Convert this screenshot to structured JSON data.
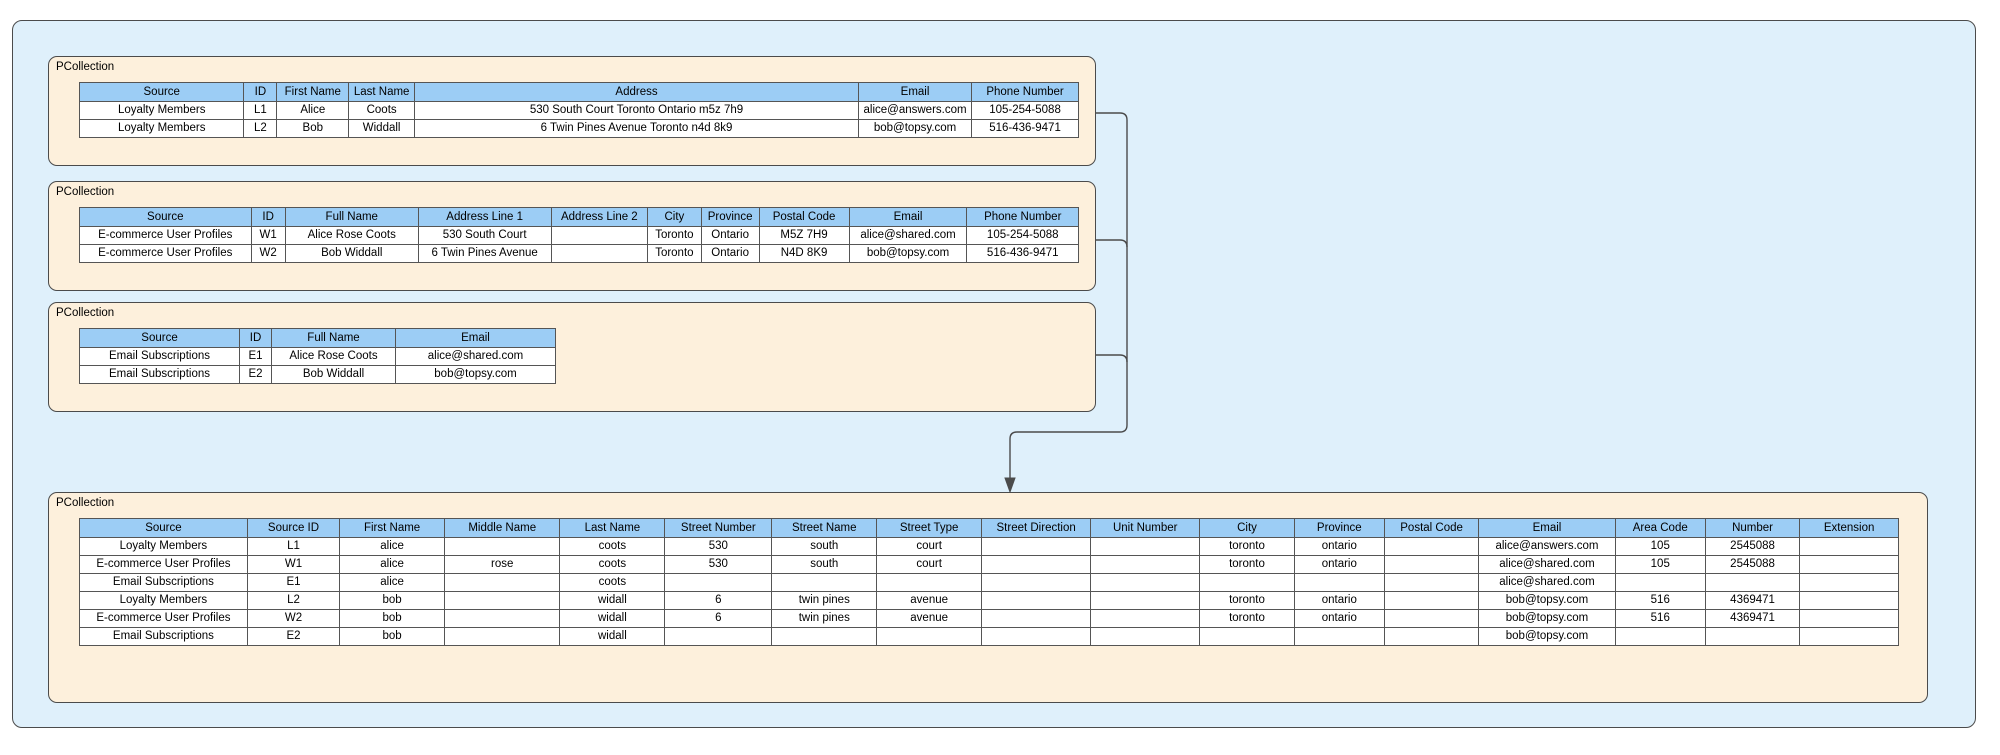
{
  "diagram": {
    "box_label": "PCollection",
    "colors": {
      "outer_background": "#dff0fb",
      "box_background": "#fdf0dc",
      "header_background": "#9ccdf5",
      "border": "#4b4b4b",
      "cell_background": "#ffffff"
    }
  },
  "collections": [
    {
      "label": "PCollection",
      "name": "loyalty-members",
      "columns": [
        "Source",
        "ID",
        "First Name",
        "Last Name",
        "Address",
        "Email",
        "Phone Number"
      ],
      "rows": [
        [
          "Loyalty Members",
          "L1",
          "Alice",
          "Coots",
          "530 South Court Toronto Ontario m5z 7h9",
          "alice@answers.com",
          "105-254-5088"
        ],
        [
          "Loyalty Members",
          "L2",
          "Bob",
          "Widdall",
          "6 Twin Pines Avenue Toronto n4d 8k9",
          "bob@topsy.com",
          "516-436-9471"
        ]
      ]
    },
    {
      "label": "PCollection",
      "name": "ecommerce-user-profiles",
      "columns": [
        "Source",
        "ID",
        "Full Name",
        "Address Line 1",
        "Address Line 2",
        "City",
        "Province",
        "Postal Code",
        "Email",
        "Phone Number"
      ],
      "rows": [
        [
          "E-commerce User Profiles",
          "W1",
          "Alice Rose Coots",
          "530 South Court",
          "",
          "Toronto",
          "Ontario",
          "M5Z 7H9",
          "alice@shared.com",
          "105-254-5088"
        ],
        [
          "E-commerce User Profiles",
          "W2",
          "Bob Widdall",
          "6 Twin Pines Avenue",
          "",
          "Toronto",
          "Ontario",
          "N4D 8K9",
          "bob@topsy.com",
          "516-436-9471"
        ]
      ]
    },
    {
      "label": "PCollection",
      "name": "email-subscriptions",
      "columns": [
        "Source",
        "ID",
        "Full Name",
        "Email"
      ],
      "rows": [
        [
          "Email Subscriptions",
          "E1",
          "Alice Rose Coots",
          "alice@shared.com"
        ],
        [
          "Email Subscriptions",
          "E2",
          "Bob Widdall",
          "bob@topsy.com"
        ]
      ]
    }
  ],
  "output_collection": {
    "label": "PCollection",
    "name": "unified-output",
    "columns": [
      "Source",
      "Source ID",
      "First Name",
      "Middle Name",
      "Last Name",
      "Street Number",
      "Street Name",
      "Street Type",
      "Street Direction",
      "Unit Number",
      "City",
      "Province",
      "Postal Code",
      "Email",
      "Area Code",
      "Number",
      "Extension"
    ],
    "rows": [
      [
        "Loyalty Members",
        "L1",
        "alice",
        "",
        "coots",
        "530",
        "south",
        "court",
        "",
        "",
        "toronto",
        "ontario",
        "",
        "alice@answers.com",
        "105",
        "2545088",
        ""
      ],
      [
        "E-commerce User Profiles",
        "W1",
        "alice",
        "rose",
        "coots",
        "530",
        "south",
        "court",
        "",
        "",
        "toronto",
        "ontario",
        "",
        "alice@shared.com",
        "105",
        "2545088",
        ""
      ],
      [
        "Email Subscriptions",
        "E1",
        "alice",
        "",
        "coots",
        "",
        "",
        "",
        "",
        "",
        "",
        "",
        "",
        "alice@shared.com",
        "",
        "",
        ""
      ],
      [
        "Loyalty Members",
        "L2",
        "bob",
        "",
        "widall",
        "6",
        "twin pines",
        "avenue",
        "",
        "",
        "toronto",
        "ontario",
        "",
        "bob@topsy.com",
        "516",
        "4369471",
        ""
      ],
      [
        "E-commerce User Profiles",
        "W2",
        "bob",
        "",
        "widall",
        "6",
        "twin pines",
        "avenue",
        "",
        "",
        "toronto",
        "ontario",
        "",
        "bob@topsy.com",
        "516",
        "4369471",
        ""
      ],
      [
        "Email Subscriptions",
        "E2",
        "bob",
        "",
        "widall",
        "",
        "",
        "",
        "",
        "",
        "",
        "",
        "",
        "bob@topsy.com",
        "",
        "",
        ""
      ]
    ]
  }
}
